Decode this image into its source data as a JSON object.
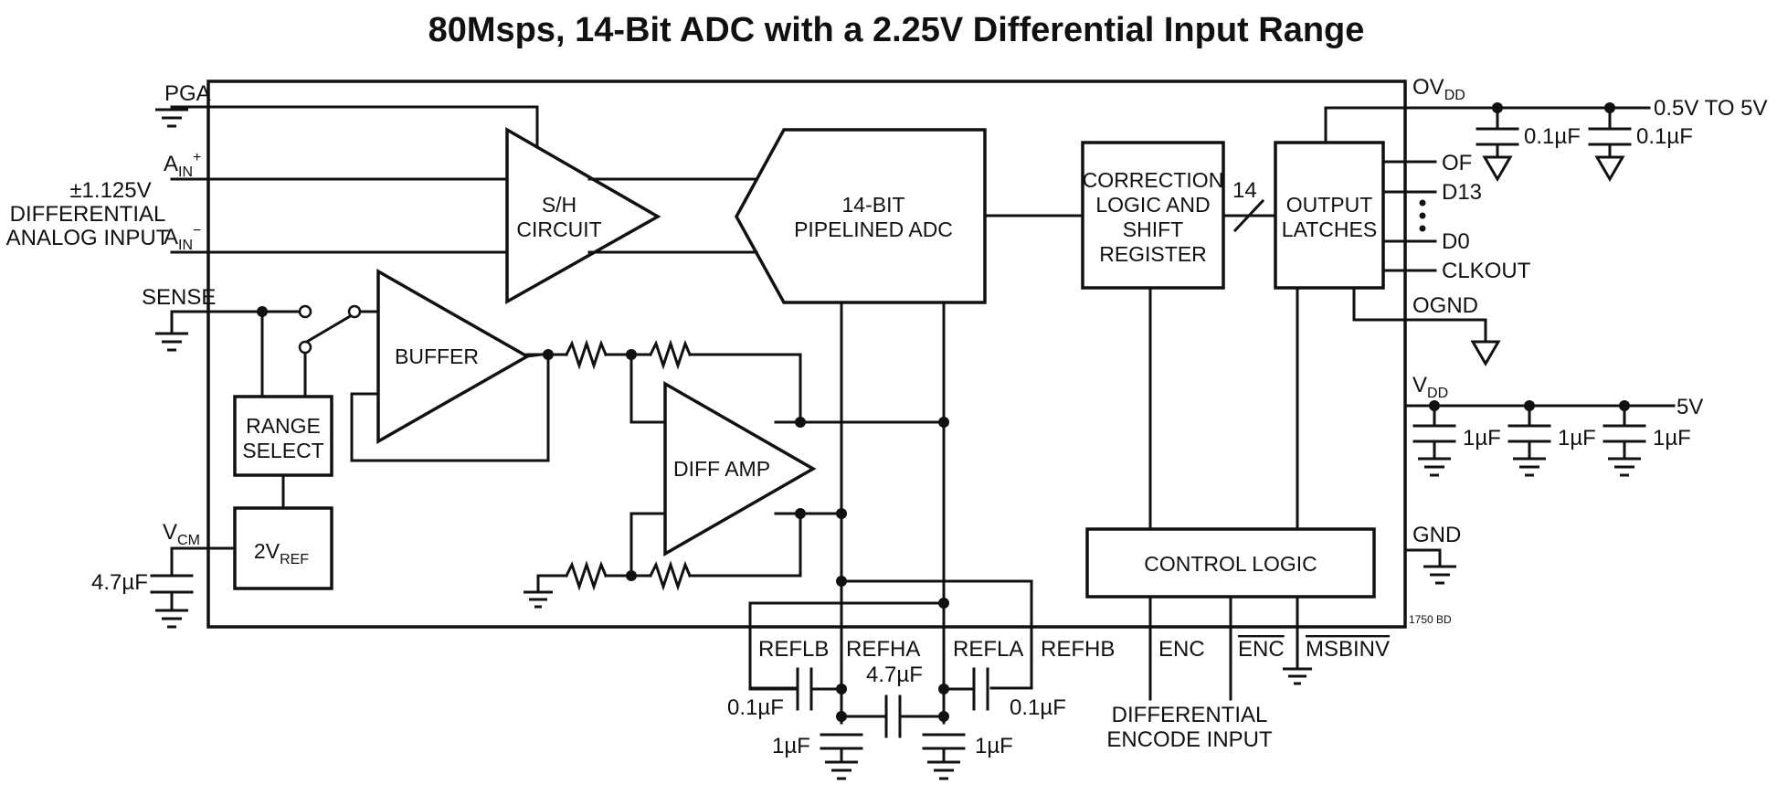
{
  "title": "80Msps, 14-Bit ADC with a 2.25V Differential Input Range",
  "colors": {
    "ink": "#111111",
    "background": "#ffffff"
  },
  "blocks": {
    "sh": [
      "S/H",
      "CIRCUIT"
    ],
    "adc": [
      "14-BIT",
      "PIPELINED ADC"
    ],
    "correction": [
      "CORRECTION",
      "LOGIC AND",
      "SHIFT",
      "REGISTER"
    ],
    "latches": [
      "OUTPUT",
      "LATCHES"
    ],
    "buffer": "BUFFER",
    "diffamp": "DIFF AMP",
    "range": [
      "RANGE",
      "SELECT"
    ],
    "ref_main": "2V",
    "ref_sub": "REF",
    "control": "CONTROL LOGIC"
  },
  "pins": {
    "pga": "PGA",
    "ain_main": "A",
    "ain_sub": "IN",
    "ain_pos_sup": "+",
    "ain_neg_sup": "−",
    "sense": "SENSE",
    "vcm_main": "V",
    "vcm_sub": "CM",
    "ovdd_main": "OV",
    "ovdd_sub": "DD",
    "of": "OF",
    "d13": "D13",
    "d0": "D0",
    "clkout": "CLKOUT",
    "ognd": "OGND",
    "vdd_main": "V",
    "vdd_sub": "DD",
    "gnd": "GND",
    "reflb": "REFLB",
    "refha": "REFHA",
    "refla": "REFLA",
    "refhb": "REFHB",
    "enc": "ENC",
    "enc_bar": "ENC",
    "msbinv": "MSBINV"
  },
  "labels": {
    "diff_input": [
      "±1.125V",
      "DIFFERENTIAL",
      "ANALOG INPUT"
    ],
    "bus_width": "14",
    "ovdd_range": "0.5V TO 5V",
    "vdd_value": "5V",
    "encode_input": [
      "DIFFERENTIAL",
      "ENCODE INPUT"
    ],
    "figure_id": "1750 BD"
  },
  "caps": {
    "vcm": "4.7µF",
    "ovdd_1": "0.1µF",
    "ovdd_2": "0.1µF",
    "vdd_1": "1µF",
    "vdd_2": "1µF",
    "vdd_3": "1µF",
    "reflb": "0.1µF",
    "refla": "0.1µF",
    "ref_mid": "4.7µF",
    "ref_left": "1µF",
    "ref_right": "1µF"
  }
}
